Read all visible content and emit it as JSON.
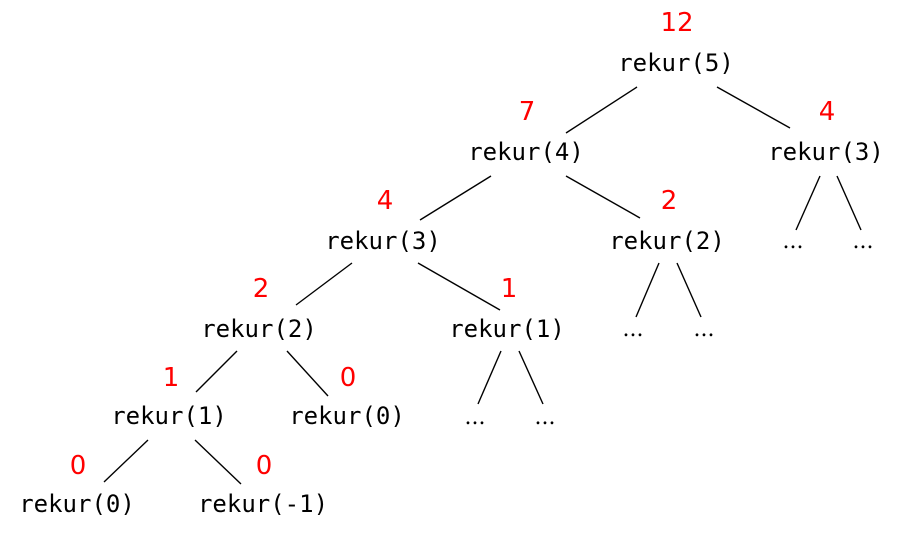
{
  "colors": {
    "value": "#ff0000",
    "text": "#000000",
    "edge": "#000000"
  },
  "tree": {
    "n_5": {
      "label": "rekur(5)",
      "value": "12"
    },
    "n_4": {
      "label": "rekur(4)",
      "value": "7"
    },
    "n_3r": {
      "label": "rekur(3)",
      "value": "4"
    },
    "n_3": {
      "label": "rekur(3)",
      "value": "4"
    },
    "n_2r": {
      "label": "rekur(2)",
      "value": "2"
    },
    "n_2": {
      "label": "rekur(2)",
      "value": "2"
    },
    "n_1r": {
      "label": "rekur(1)",
      "value": "1"
    },
    "n_1": {
      "label": "rekur(1)",
      "value": "1"
    },
    "n_0r": {
      "label": "rekur(0)",
      "value": "0"
    },
    "n_0": {
      "label": "rekur(0)",
      "value": "0"
    },
    "n_m1": {
      "label": "rekur(-1)",
      "value": "0"
    },
    "ellipsis": "..."
  }
}
